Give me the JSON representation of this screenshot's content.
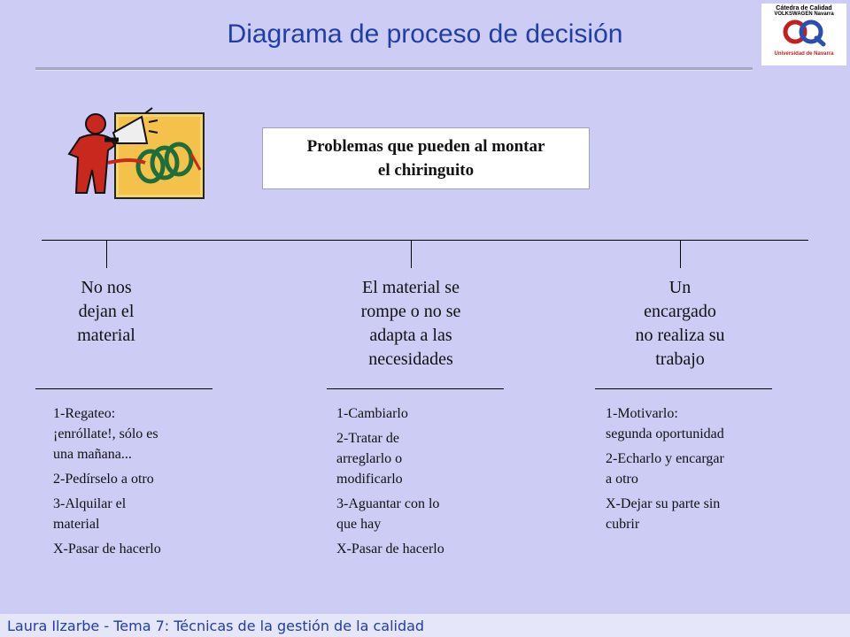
{
  "title": "Diagrama de proceso de decisión",
  "logo": {
    "line1": "Cátedra de Calidad",
    "line2": "VOLKSWAGEN Navarra",
    "line3": "Universidad de Navarra"
  },
  "problem": {
    "line1": "Problemas que pueden al montar",
    "line2": "el chiringuito"
  },
  "branches": [
    {
      "heading": [
        "No nos",
        "dejan el",
        "material"
      ],
      "options": [
        [
          "1-Regateo:",
          "¡enróllate!, sólo es",
          "una mañana..."
        ],
        [
          "2-Pedírselo a otro"
        ],
        [
          "3-Alquilar el",
          "material"
        ],
        [
          "X-Pasar de hacerlo"
        ]
      ]
    },
    {
      "heading": [
        "El material se",
        "rompe o no se",
        "adapta a las",
        "necesidades"
      ],
      "options": [
        [
          "1-Cambiarlo"
        ],
        [
          "2-Tratar de",
          "arreglarlo o",
          "modificarlo"
        ],
        [
          "3-Aguantar con lo",
          "que hay"
        ],
        [
          "X-Pasar de hacerlo"
        ]
      ]
    },
    {
      "heading": [
        "Un",
        "encargado",
        "no realiza su",
        "trabajo"
      ],
      "options": [
        [
          "1-Motivarlo:",
          "segunda oportunidad"
        ],
        [
          "2-Echarlo y encargar",
          "a otro"
        ],
        [
          "X-Dejar su parte sin",
          "cubrir"
        ]
      ]
    }
  ],
  "footer": "Laura Ilzarbe - Tema 7: Técnicas de la gestión de la calidad",
  "colors": {
    "background": "#ccccf5",
    "title": "#1f3fa8",
    "footer_bg": "#e6e6fa"
  }
}
